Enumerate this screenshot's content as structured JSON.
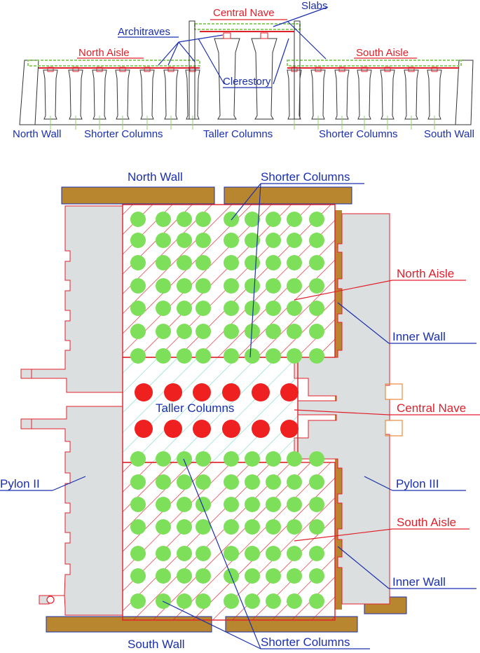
{
  "section_view": {
    "labels": {
      "central_nave": "Central Nave",
      "slabs": "Slabs",
      "architraves": "Architraves",
      "north_aisle": "North Aisle",
      "south_aisle": "South Aisle",
      "clerestory": "Clerestory",
      "north_wall": "North Wall",
      "shorter_columns_left": "Shorter Columns",
      "taller_columns": "Taller Columns",
      "shorter_columns_right": "Shorter Columns",
      "south_wall": "South Wall"
    },
    "colors": {
      "blue_label": "#1a2fb0",
      "red_label": "#e0202a",
      "slab": "#8fd06a",
      "architrave": "#e0202a"
    }
  },
  "plan_view": {
    "labels": {
      "north_wall": "North Wall",
      "shorter_columns_top": "Shorter Columns",
      "north_aisle": "North Aisle",
      "inner_wall_top": "Inner Wall",
      "taller_columns": "Taller Columns",
      "central_nave": "Central Nave",
      "pylon_ii": "Pylon II",
      "pylon_iii": "Pylon III",
      "south_aisle": "South Aisle",
      "inner_wall_bottom": "Inner Wall",
      "south_wall": "South Wall",
      "shorter_columns_bottom": "Shorter Columns"
    },
    "colors": {
      "wall": "#b8862e",
      "pylon": "#dcdfe0",
      "short_column": "#7ee05a",
      "tall_column": "#ee2020",
      "hatch_red": "#e0202a",
      "hatch_teal": "#7fd8c8"
    }
  }
}
